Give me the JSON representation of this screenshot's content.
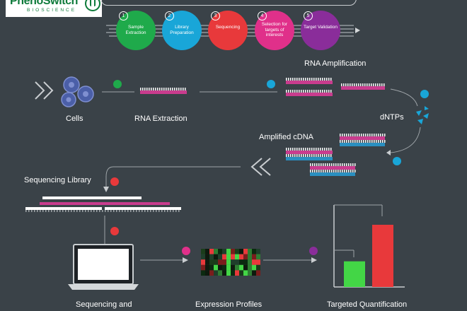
{
  "logo": {
    "line1": "PhenoSwitch",
    "line2": "BIOSCIENCE"
  },
  "steps": [
    {
      "num": "1",
      "label": "Sample Extraction",
      "color": "#1faa4b"
    },
    {
      "num": "2",
      "label": "Library Preparation",
      "color": "#19a6d8"
    },
    {
      "num": "3",
      "label": "Sequencing",
      "color": "#e8393b"
    },
    {
      "num": "4",
      "label": "Selection for targets of interests",
      "color": "#e0308a"
    },
    {
      "num": "5",
      "label": "Target Validation",
      "color": "#8a2d9a"
    }
  ],
  "labels": {
    "cells": "Cells",
    "rna_extraction": "RNA Extraction",
    "rna_amplification": "RNA Amplification",
    "dntps": "dNTPs",
    "amplified_cdna": "Amplified cDNA",
    "sequencing_library": "Sequencing Library",
    "sequencing_and": "Sequencing and",
    "expression_profiles": "Expression Profiles",
    "targeted_quantification": "Targeted Quantification"
  },
  "colors": {
    "background": "#3a4248",
    "green": "#1faa4b",
    "blue": "#19a6d8",
    "red": "#e8393b",
    "pink": "#e0308a",
    "purple": "#8a2d9a",
    "strand_pink": "#c93c8e",
    "strand_blue": "#2a8fc0",
    "cell": "#4b5fa8"
  },
  "quantification": {
    "bars": [
      {
        "value": 0.33,
        "color": "#43d646"
      },
      {
        "value": 0.8,
        "color": "#e8393b"
      }
    ]
  }
}
